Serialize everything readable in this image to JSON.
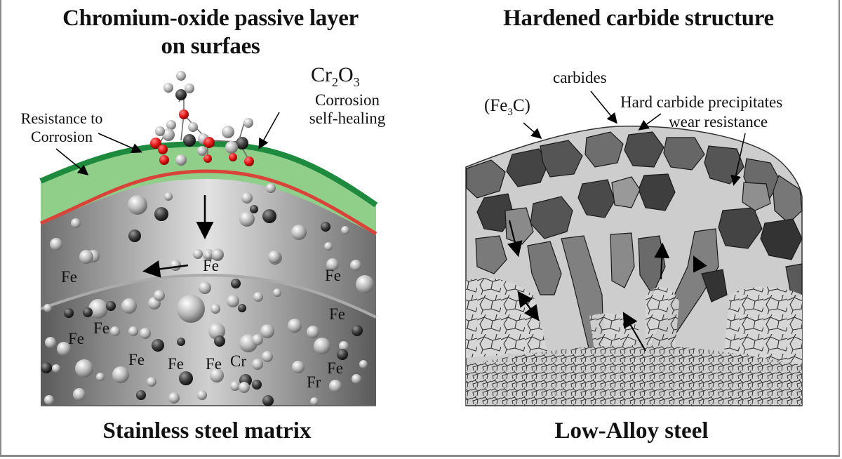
{
  "left_panel": {
    "title_line1": "Chromium-oxide passive layer",
    "title_line2": "on surfaes",
    "formula": {
      "base": "Cr",
      "sub1": "2",
      "mid": "O",
      "sub2": "3"
    },
    "label_self_healing_1": "Corrosion",
    "label_self_healing_2": "self-healing",
    "label_resistance_1": "Resistance to",
    "label_resistance_2": "Corrosion",
    "element_labels": [
      "Fe",
      "Fe",
      "Fe",
      "Fe",
      "Fe",
      "Fe",
      "Fe",
      "Fe",
      "Fe",
      "Cr",
      "Fr",
      "Fe"
    ],
    "caption": "Stainless steel matrix",
    "colors": {
      "oxide_green": "#1e8a3e",
      "oxide_light": "#8fcf8a",
      "interface_red": "#d9443a",
      "oxygen_red": "#e01515"
    }
  },
  "right_panel": {
    "title": "Hardened carbide structure",
    "label_carbides": "carbides",
    "label_fe3c": {
      "open": "(Fe",
      "sub": "3",
      "close": "C)"
    },
    "label_hard_1": "Hard carbide precipitates",
    "label_hard_2": "wear resistance",
    "caption": "Low-Alloy steel"
  }
}
